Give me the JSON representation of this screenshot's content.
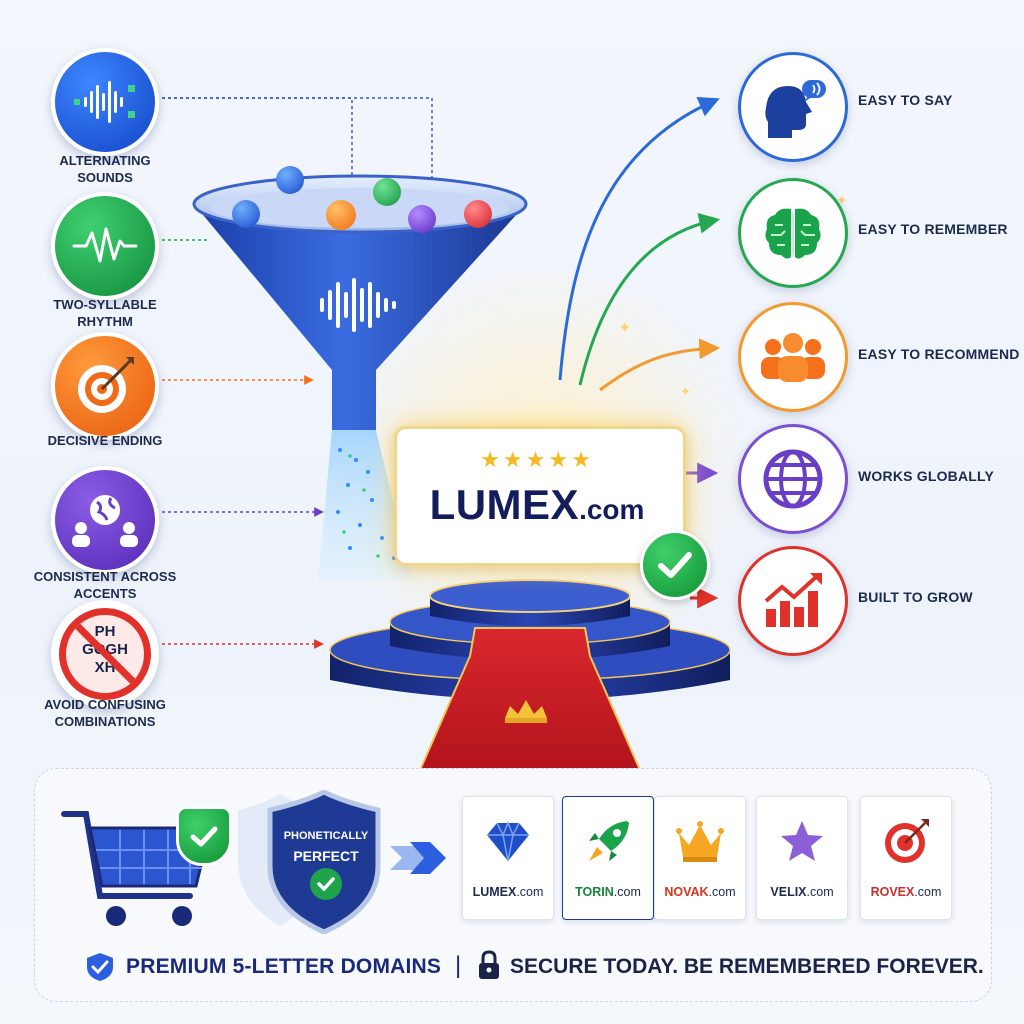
{
  "features": [
    {
      "label": "Alternating Sounds",
      "icon": "soundwave-icon",
      "color": "#1f5fe0"
    },
    {
      "label": "Two-Syllable Rhythm",
      "icon": "rhythm-wave-icon",
      "color": "#1aa34a"
    },
    {
      "label": "Decisive Ending",
      "icon": "target-arrow-icon",
      "color": "#f4701a"
    },
    {
      "label": "Consistent Across Accents",
      "icon": "globe-people-icon",
      "color": "#6a3fc8"
    },
    {
      "label": "Avoid Confusing Combinations",
      "icon": "no-combinations-icon",
      "color": "#e0312b",
      "letters": [
        "PH",
        "GOGH",
        "XH"
      ]
    }
  ],
  "benefits": [
    {
      "label": "EASY TO SAY",
      "icon": "speaking-head-icon",
      "color": "#1f5fe0"
    },
    {
      "label": "EASY TO REMEMBER",
      "icon": "brain-icon",
      "color": "#1aa34a"
    },
    {
      "label": "EASY TO RECOMMEND",
      "icon": "people-group-icon",
      "color": "#f4701a"
    },
    {
      "label": "WORKS GLOBALLY",
      "icon": "globe-icon",
      "color": "#6a3fc8"
    },
    {
      "label": "BUILT TO GROW",
      "icon": "growth-chart-icon",
      "color": "#e0312b"
    }
  ],
  "hero": {
    "domain_main": "LUMEX",
    "domain_tld": ".com",
    "stars": 5
  },
  "badge": {
    "line1": "PHONETICALLY",
    "line2": "PERFECT"
  },
  "domains": [
    {
      "main": "LUMEX",
      "tld": ".com",
      "icon": "diamond-icon",
      "color": "#1f4fc8"
    },
    {
      "main": "TORIN",
      "tld": ".com",
      "icon": "rocket-icon",
      "color": "#1aa34a"
    },
    {
      "main": "NOVAK",
      "tld": ".com",
      "icon": "crown-icon",
      "color": "#d9331f"
    },
    {
      "main": "VELIX",
      "tld": ".com",
      "icon": "star-icon",
      "color": "#2a2f55"
    },
    {
      "main": "ROVEX",
      "tld": ".com",
      "icon": "target-icon",
      "color": "#c8302a"
    }
  ],
  "footer": {
    "left": "PREMIUM 5-LETTER DOMAINS",
    "divider": "|",
    "right": "SECURE TODAY. BE REMEMBERED FOREVER."
  },
  "colors": {
    "navy": "#1b2a78",
    "blue": "#1f5fe0",
    "gold": "#f5c33b",
    "check": "#1fa44c",
    "carpet": "#d9272e"
  }
}
